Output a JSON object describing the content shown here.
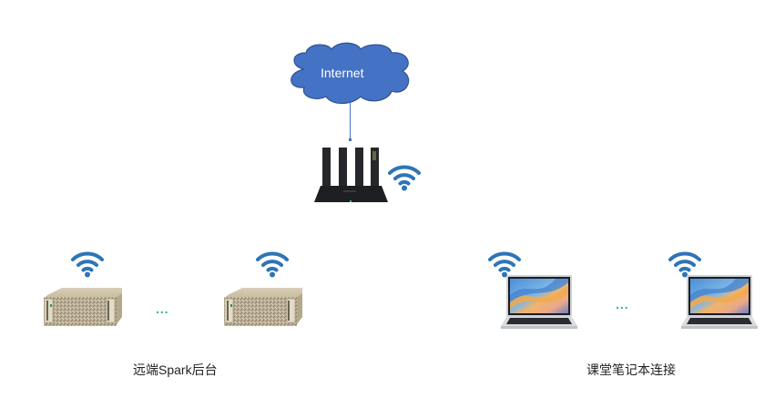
{
  "diagram": {
    "cloud": {
      "label": "Internet",
      "fill": "#4472c4",
      "stroke": "#2f528f"
    },
    "connector": {
      "color": "#4472c4"
    },
    "router": {
      "name": "wifi-router"
    },
    "wifi_color": "#2e75b6",
    "ellipsis_color": "#2fb892",
    "groups": [
      {
        "label": "远端Spark后台",
        "device": "server",
        "ellipsis": "..."
      },
      {
        "label": "课堂笔记本连接",
        "device": "laptop",
        "ellipsis": "..."
      }
    ]
  }
}
